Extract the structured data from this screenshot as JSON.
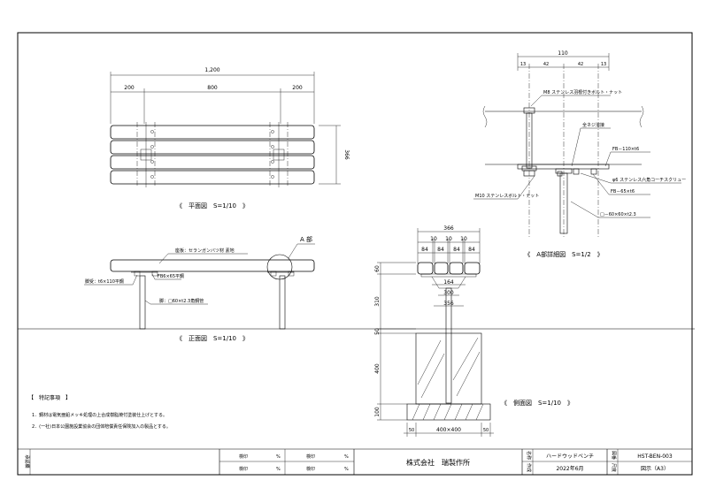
{
  "plan_view": {
    "title": "《　平面図　S=1/10　》",
    "dim_total": "1,200",
    "dim_left": "200",
    "dim_mid": "800",
    "dim_right": "200",
    "dim_depth": "366"
  },
  "front_view": {
    "title": "《　正面図　S=1/10　》",
    "callout_a": "A 部",
    "note_seat": "座板：セランガンバツ材 素地",
    "note_plate": "FB6×65平鋼",
    "note_bracket": "脚受：t6×110平鋼",
    "note_leg": "脚：□60×t2.3角鋼管"
  },
  "side_view": {
    "title": "《　側面図　S=1/10　》",
    "dim_total_w": "366",
    "gap_1": "10",
    "gap_2": "10",
    "gap_3": "10",
    "plank_1": "84",
    "plank_2": "84",
    "plank_3": "84",
    "plank_4": "84",
    "dim_164": "164",
    "dim_300": "300",
    "dim_356": "356",
    "dim_60": "60",
    "dim_310": "310",
    "dim_50": "50",
    "dim_400": "400",
    "dim_100": "100",
    "foot_left": "50",
    "foot_mid": "400×400",
    "foot_right": "50"
  },
  "detail_a": {
    "title": "《　A部詳細図　S=1/2　》",
    "dim_total": "110",
    "dim_a": "13",
    "dim_b": "42",
    "dim_c": "42",
    "dim_d": "13",
    "note_bolt_top": "M8 ステンレス羽根付きボルト・ナット",
    "note_tap": "全ネジ溶接",
    "note_fb": "FB－110×t6",
    "note_hex": "φ6 ステンレス六角コーチスクリュー",
    "note_fb2": "FB－65×t6",
    "note_m10": "M10 ステンレスボルト・ナット",
    "note_pipe": "□－60×60×t2.3"
  },
  "notes": {
    "heading": "【　特記事項　】",
    "note_1": "1．鋼材は電気亜鉛メッキ処理の上合成樹脂焼付塗装仕上げとする。",
    "note_2": "2．(一社)日本公園施設業協会の団体賠償責任保険加入の製品とする。"
  },
  "title_block": {
    "stamp_label": "承認欄",
    "role_1": "検印",
    "role_2": "検印",
    "role_3": "検印",
    "role_4": "検印",
    "company": "株式会社　瑞製作所",
    "label_name": "名称",
    "name": "ハードウッドベンチ",
    "label_date": "作成",
    "date": "2022年6月",
    "label_code": "図番",
    "code": "HST-BEN-003",
    "label_scale": "尺度",
    "scale": "図示（A3）"
  }
}
